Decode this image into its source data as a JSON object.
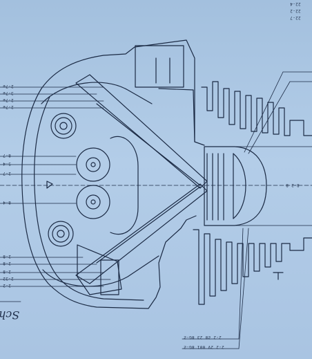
{
  "drawing": {
    "script_fragment": "Sch",
    "left_labels": [
      "2-7e",
      "3-7e",
      "2-7e",
      "2-7e",
      "8-7",
      "5-4",
      "2-7",
      "8-4",
      "2-8",
      "2-8",
      "2-8",
      "2-32",
      "2-2"
    ],
    "right_top_labels": [
      "22-4",
      "22-2",
      "22-7"
    ],
    "right_mid_label": "8-2 8",
    "bottom_labels": [
      "2-2 Ƨ8 23 8G-Ƨ",
      "2-2 2V 001 8G-Ƨ"
    ]
  },
  "colors": {
    "paper": "#a9c6e3",
    "ink": "#1b2a44"
  }
}
